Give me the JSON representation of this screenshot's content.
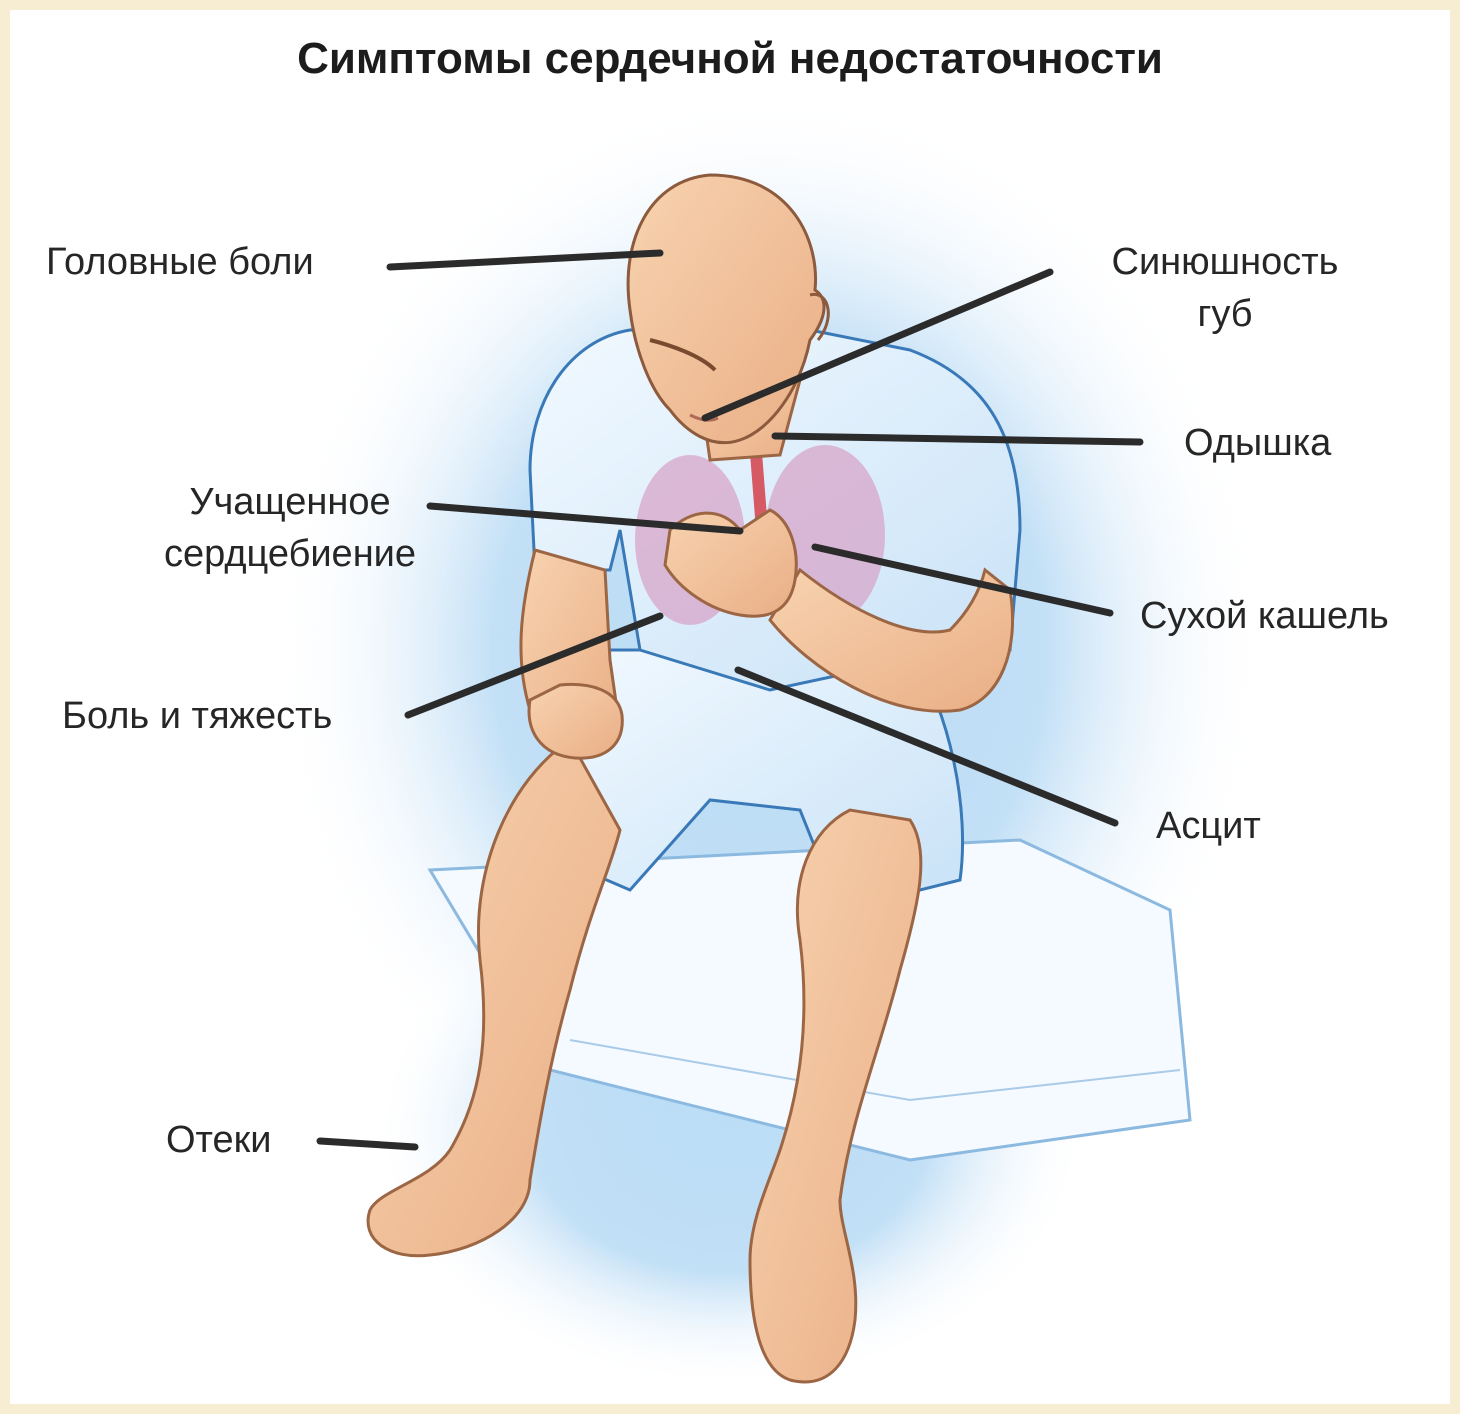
{
  "title": "Симптомы сердечной недостаточности",
  "colors": {
    "background_frame": "#f7edd3",
    "skin": "#f4c49d",
    "skin_shadow": "#d99570",
    "shirt": "#dcefff",
    "shirt_outline": "#3a79b8",
    "glow": "#8fc3ec",
    "leader_line": "#2b2b2b",
    "lungs": "#d7a6c9",
    "trachea": "#d65a64"
  },
  "labels": {
    "headache": "Головные боли",
    "cyanosis_line1": "Синюшность",
    "cyanosis_line2": "губ",
    "dyspnea": "Одышка",
    "palpitations_line1": "Учащенное",
    "palpitations_line2": "сердцебиение",
    "dry_cough": "Сухой кашель",
    "chest_pain": "Боль и тяжесть",
    "ascites": "Асцит",
    "edema": "Отеки"
  }
}
